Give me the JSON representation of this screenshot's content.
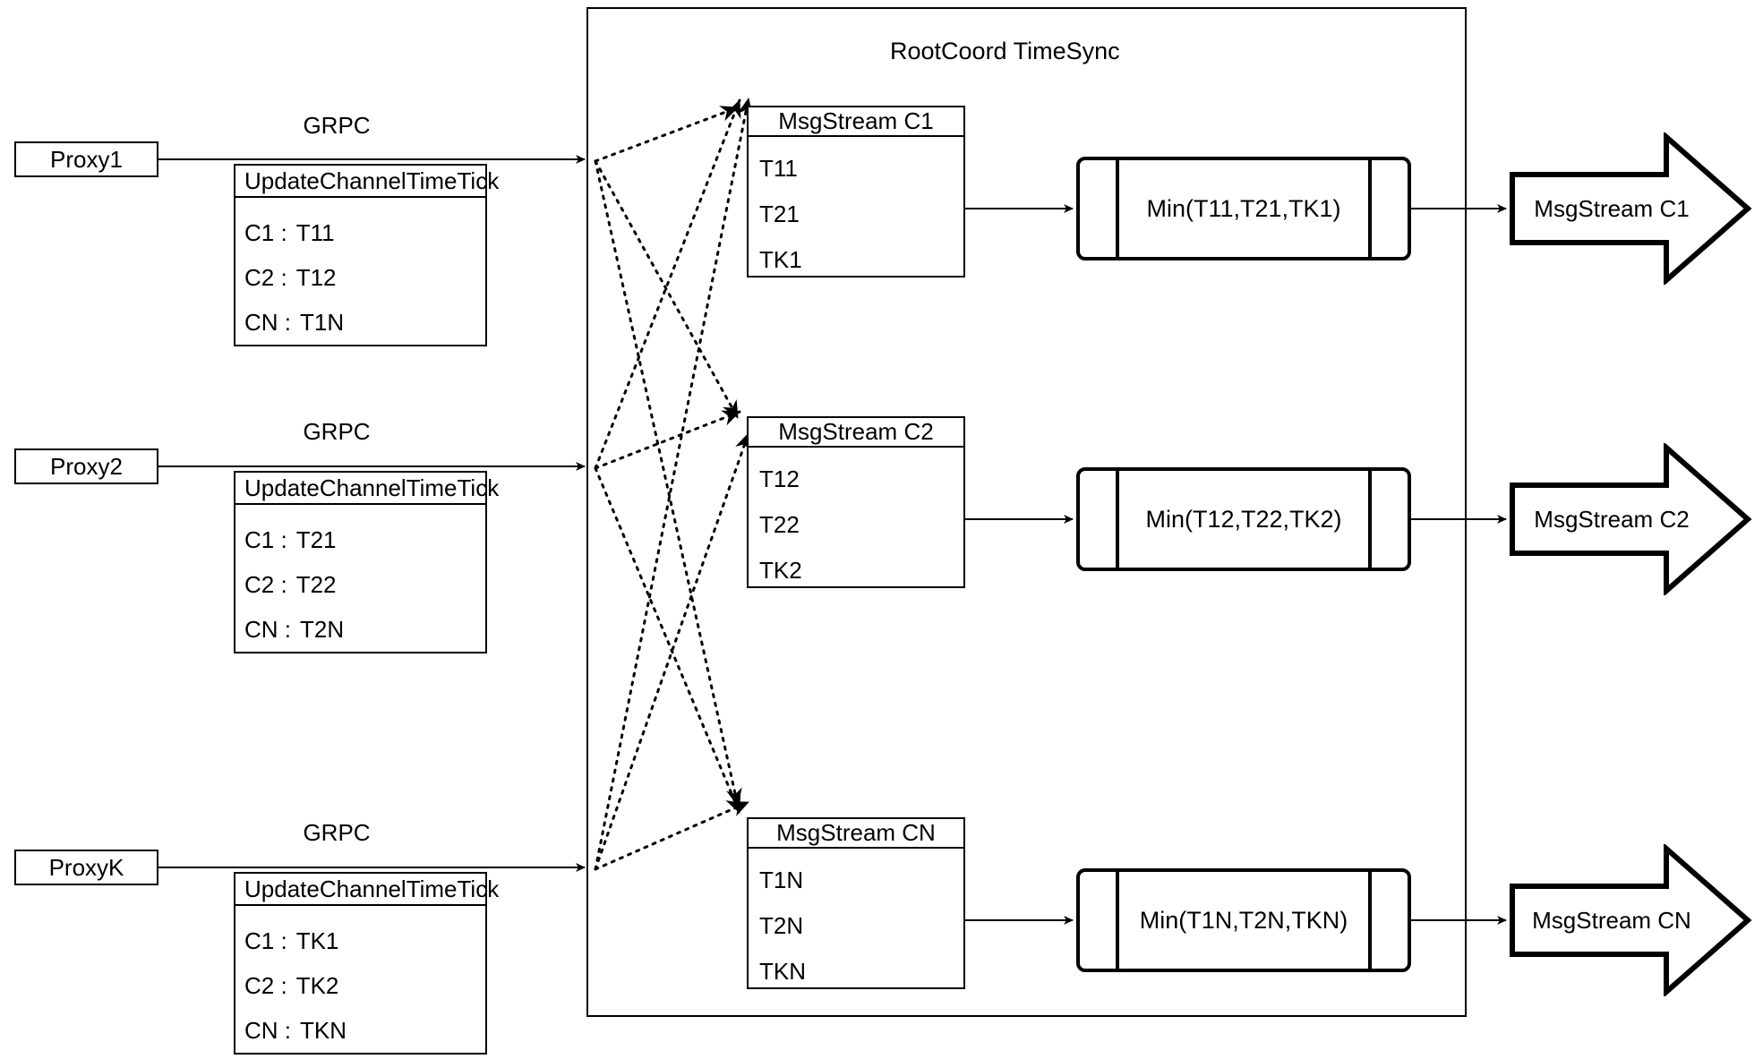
{
  "diagram": {
    "title": "RootCoord TimeSync",
    "container_label": "RootCoord TimeSync"
  },
  "proxies": [
    {
      "name": "Proxy1",
      "link_label": "GRPC",
      "table": {
        "title": "UpdateChannelTimeTick",
        "rows": [
          {
            "key": "C1 :",
            "value": "T11"
          },
          {
            "key": "C2 :",
            "value": "T12"
          },
          {
            "key": "CN :",
            "value": "T1N"
          }
        ]
      }
    },
    {
      "name": "Proxy2",
      "link_label": "GRPC",
      "table": {
        "title": "UpdateChannelTimeTick",
        "rows": [
          {
            "key": "C1 :",
            "value": "T21"
          },
          {
            "key": "C2 :",
            "value": "T22"
          },
          {
            "key": "CN :",
            "value": "T2N"
          }
        ]
      }
    },
    {
      "name": "ProxyK",
      "link_label": "GRPC",
      "table": {
        "title": "UpdateChannelTimeTick",
        "rows": [
          {
            "key": "C1 :",
            "value": "TK1"
          },
          {
            "key": "C2 :",
            "value": "TK2"
          },
          {
            "key": "CN :",
            "value": "TKN"
          }
        ]
      }
    }
  ],
  "channels": [
    {
      "msgstream": {
        "title": "MsgStream C1",
        "ticks": [
          "T11",
          "T21",
          "TK1"
        ]
      },
      "min": {
        "label": "Min(T11,T21,TK1)"
      },
      "output": {
        "label": "MsgStream C1"
      }
    },
    {
      "msgstream": {
        "title": "MsgStream C2",
        "ticks": [
          "T12",
          "T22",
          "TK2"
        ]
      },
      "min": {
        "label": "Min(T12,T22,TK2)"
      },
      "output": {
        "label": "MsgStream C2"
      }
    },
    {
      "msgstream": {
        "title": "MsgStream CN",
        "ticks": [
          "T1N",
          "T2N",
          "TKN"
        ]
      },
      "min": {
        "label": "Min(T1N,T2N,TKN)"
      },
      "output": {
        "label": "MsgStream CN"
      }
    }
  ],
  "colors": {
    "stroke": "#000000",
    "background": "#ffffff"
  }
}
